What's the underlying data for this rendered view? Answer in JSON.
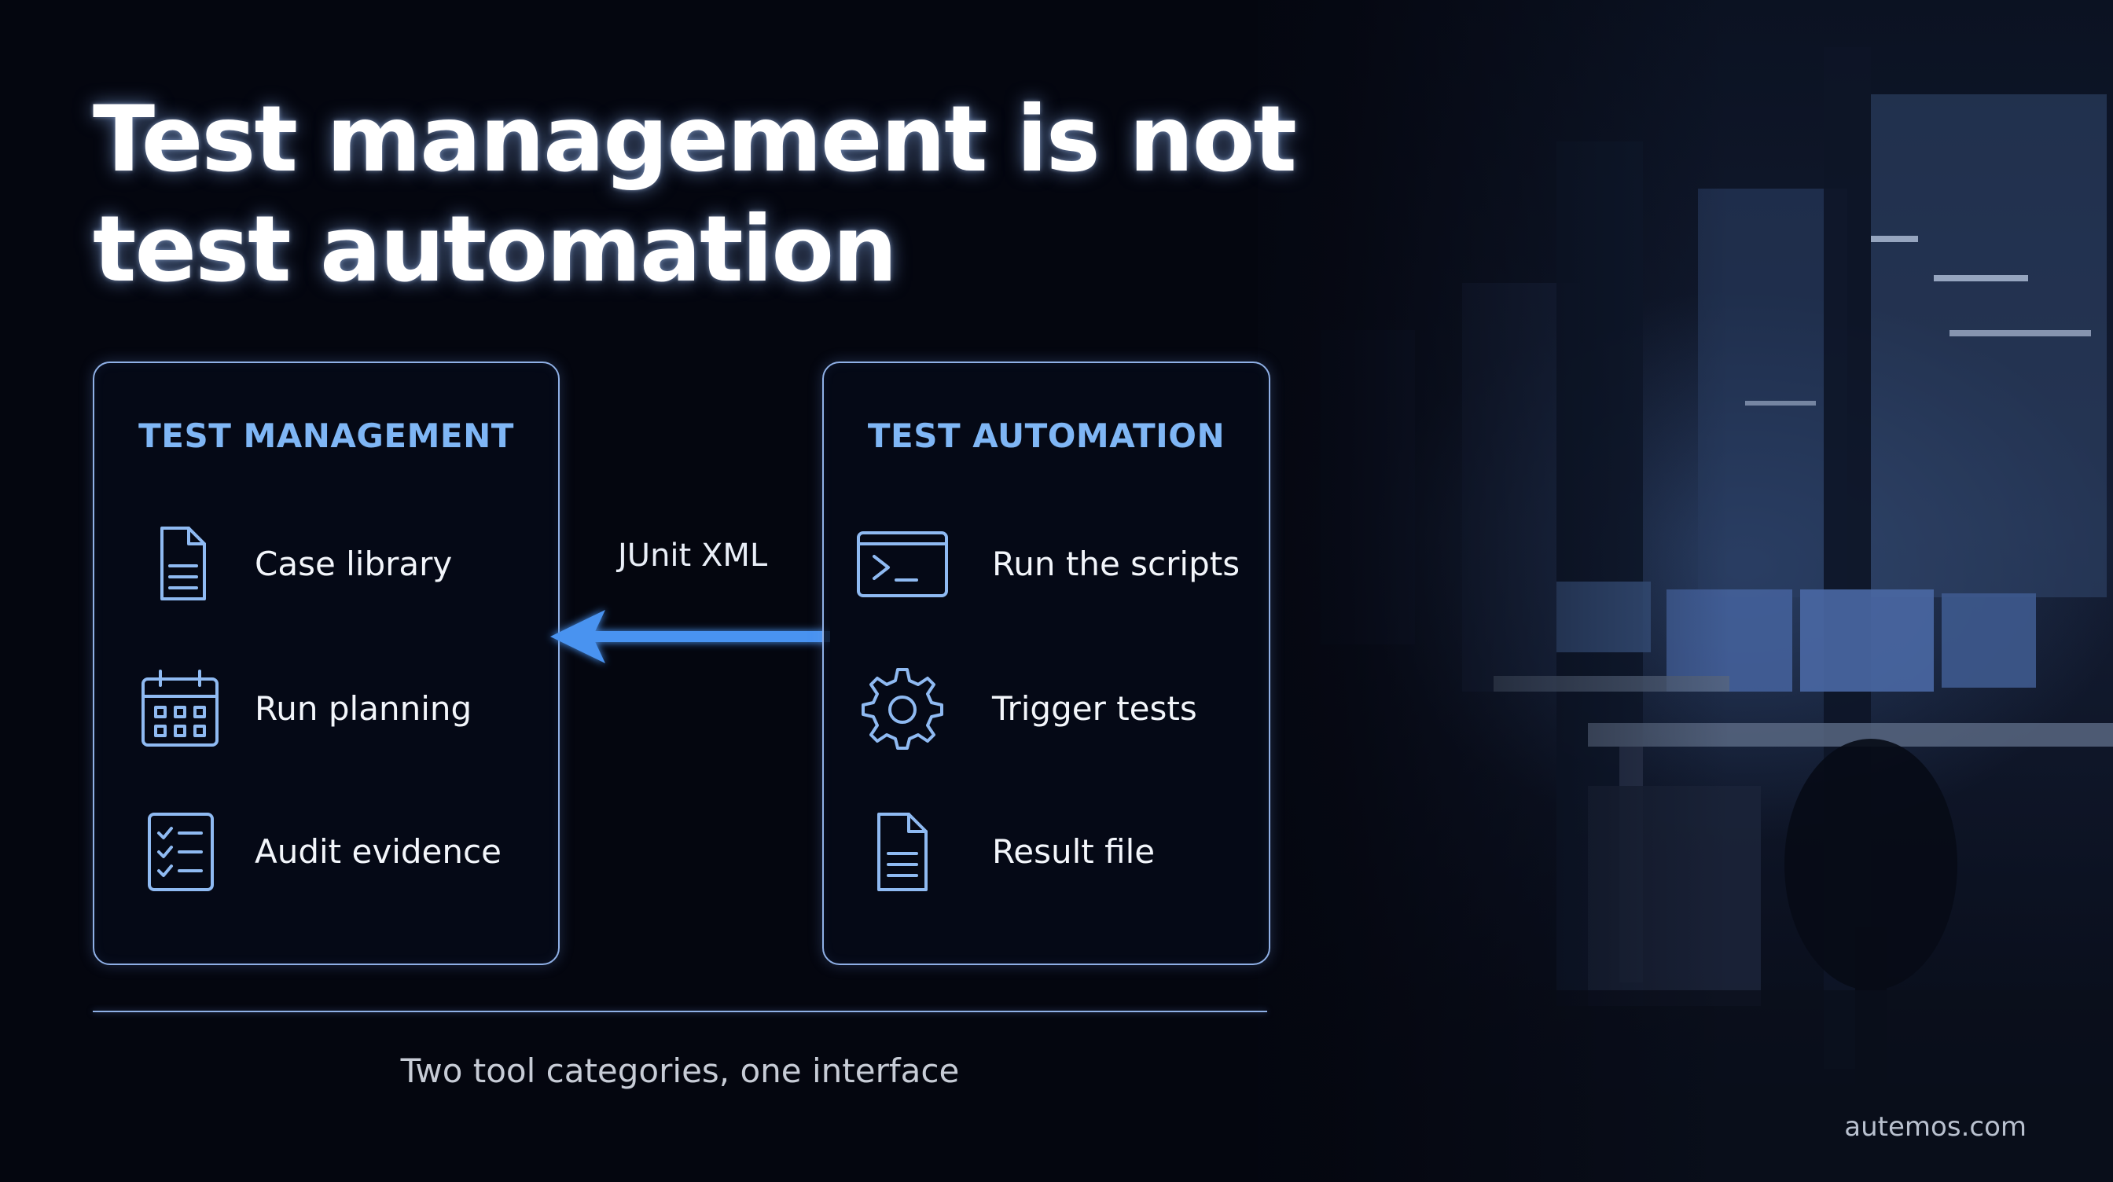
{
  "title": {
    "line1": "Test management is not",
    "line2": "test automation"
  },
  "left_panel": {
    "heading": "TEST MANAGEMENT",
    "items": [
      {
        "label": "Case library",
        "icon": "document-icon"
      },
      {
        "label": "Run planning",
        "icon": "calendar-icon"
      },
      {
        "label": "Audit evidence",
        "icon": "checklist-icon"
      }
    ]
  },
  "right_panel": {
    "heading": "TEST AUTOMATION",
    "items": [
      {
        "label": "Run the scripts",
        "icon": "terminal-icon"
      },
      {
        "label": "Trigger tests",
        "icon": "gear-icon"
      },
      {
        "label": "Result file",
        "icon": "document-icon"
      }
    ]
  },
  "connector": {
    "label": "JUnit XML",
    "direction": "right-to-left"
  },
  "caption": "Two tool categories, one interface",
  "brand": "autemos.com",
  "colors": {
    "background": "#04060f",
    "accent": "#7fb6f5",
    "border": "#8fb0e6",
    "arrow": "#4a93f0"
  }
}
